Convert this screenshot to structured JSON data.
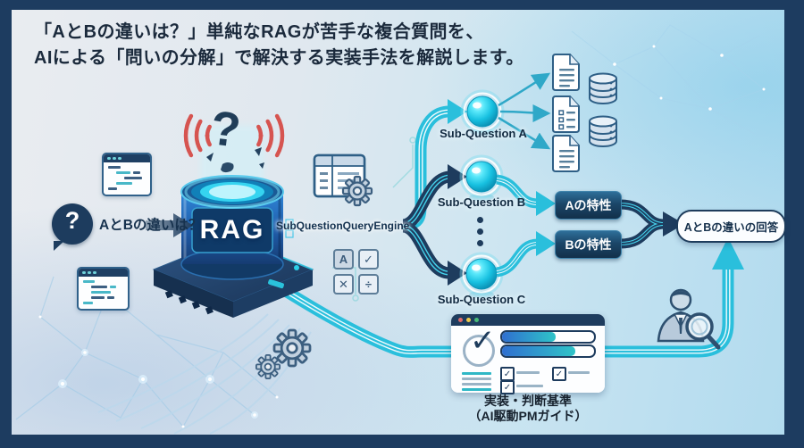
{
  "header": {
    "title_line1": "「AとBの違いは？」単純なRAGが苦手な複合質問を、",
    "title_line2": "AIによる「問いの分解」で解決する実装手法を解説します。"
  },
  "query": {
    "text": "AとBの違いは？"
  },
  "machine": {
    "label": "RAG"
  },
  "engine": {
    "label": "SubQuestionQueryEngine"
  },
  "sub_questions": [
    {
      "label": "Sub-Question A"
    },
    {
      "label": "Sub-Question B"
    },
    {
      "label": "Sub-Question C"
    }
  ],
  "features": [
    {
      "label": "Aの特性"
    },
    {
      "label": "Bの特性"
    }
  ],
  "answer": {
    "label": "AとBの違いの回答"
  },
  "caption": {
    "line1": "実装・判断基準",
    "line2": "（AI駆動PMガイド）"
  },
  "calc": {
    "items": [
      "A",
      "✓",
      "✕",
      "÷"
    ]
  },
  "icons": {
    "check": "✓",
    "question": "?"
  },
  "colors": {
    "frame_navy": "#1d3c60",
    "path_navy": "#1e3c5e",
    "accent_cyan": "#2abfdc",
    "signal_red": "#d65450",
    "sphere_cyan": "#17c0e0"
  }
}
